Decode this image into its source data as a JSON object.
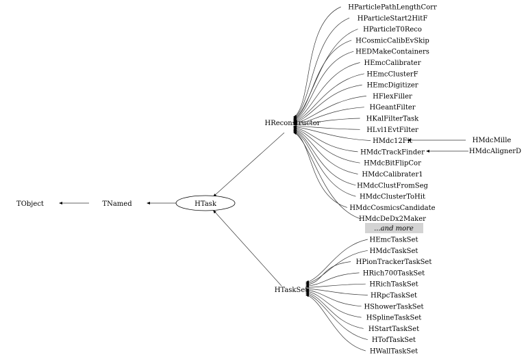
{
  "nodes": {
    "tobject": "TObject",
    "tnamed": "TNamed",
    "htask": "HTask",
    "hreconstructor": "HReconstructor",
    "htaskset": "HTaskSet",
    "hmdcmille": "HMdcMille",
    "hmdcalignerd": "HMdcAlignerD"
  },
  "reconstructor_children": [
    "HParticlePathLengthCorr",
    "HParticleStart2HitF",
    "HParticleT0Reco",
    "HCosmicCalibEvSkip",
    "HEDMakeContainers",
    "HEmcCalibrater",
    "HEmcClusterF",
    "HEmcDigitizer",
    "HFlexFiller",
    "HGeantFilter",
    "HKalFilterTask",
    "HLvl1EvtFilter",
    "HMdc12Fit",
    "HMdcTrackFinder",
    "HMdcBitFlipCor",
    "HMdcCalibrater1",
    "HMdcClustFromSeg",
    "HMdcClusterToHit",
    "HMdcCosmicsCandidate",
    "HMdcDeDx2Maker"
  ],
  "more_label": "...and more",
  "taskset_children": [
    "HEmcTaskSet",
    "HMdcTaskSet",
    "HPionTrackerTaskSet",
    "HRich700TaskSet",
    "HRichTaskSet",
    "HRpcTaskSet",
    "HShowerTaskSet",
    "HSplineTaskSet",
    "HStartTaskSet",
    "HTofTaskSet",
    "HWallTaskSet"
  ],
  "colors": {
    "edge": "#333333",
    "more_box": "#d3d3d3"
  }
}
